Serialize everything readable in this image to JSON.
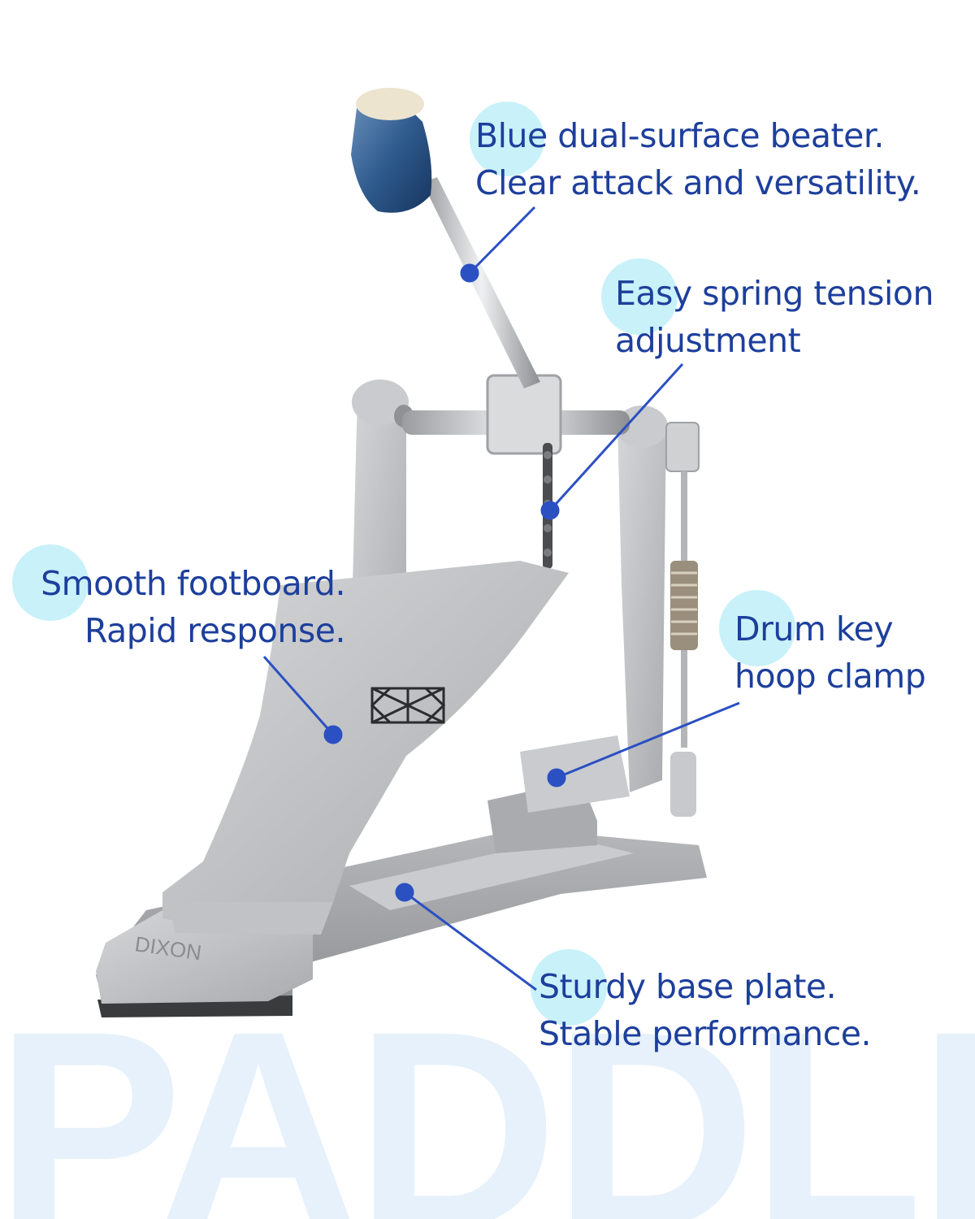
{
  "watermark": "PADDLE",
  "brand_text": "DIXON",
  "callouts": [
    {
      "id": "beater",
      "line1": "Blue dual-surface beater.",
      "line2": "Clear attack and versatility."
    },
    {
      "id": "spring",
      "line1": "Easy spring tension",
      "line2": "adjustment"
    },
    {
      "id": "footboard",
      "line1": "Smooth footboard.",
      "line2": "Rapid response."
    },
    {
      "id": "clamp",
      "line1": "Drum key",
      "line2": "hoop clamp"
    },
    {
      "id": "base",
      "line1": "Sturdy base plate.",
      "line2": "Stable performance."
    }
  ],
  "colors": {
    "text": "#1d3f9c",
    "bubble": "#c8f1f9",
    "leader": "#2b50c2",
    "watermark": "#e6f1fb",
    "metal": "#bfc1c4"
  }
}
